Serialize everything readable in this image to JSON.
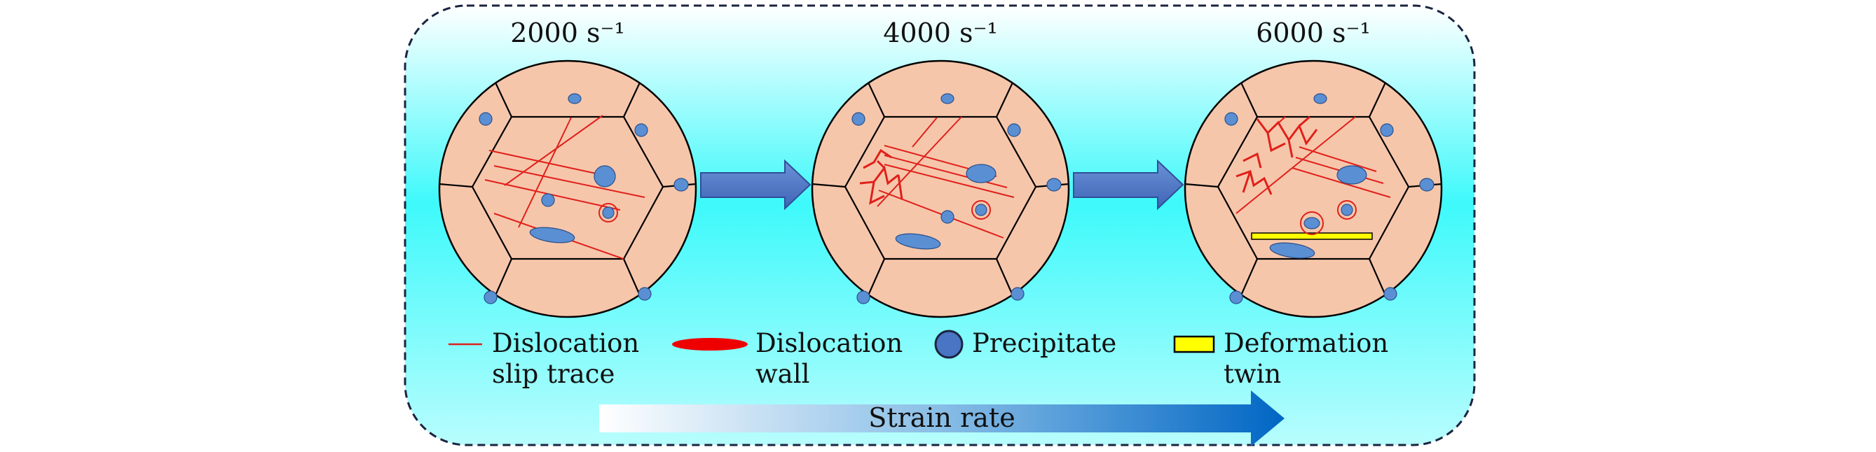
{
  "panels": [
    {
      "label": "2000 s⁻¹"
    },
    {
      "label": "4000 s⁻¹"
    },
    {
      "label": "6000 s⁻¹"
    }
  ],
  "legend": {
    "slip_trace": [
      "Dislocation",
      "slip trace"
    ],
    "wall": [
      "Dislocation",
      "wall"
    ],
    "precipitate": [
      "Precipitate"
    ],
    "twin": [
      "Deformation",
      "twin"
    ]
  },
  "bottom_arrow": {
    "label": "Strain rate"
  },
  "colors": {
    "grain": "#f6c6ab",
    "precipitate": "#5b8fd4",
    "dislocation": "#e0201a",
    "twin": "#ffff00",
    "block_arrow": "#4a74c4",
    "background_top": "#ffffff",
    "background_mid": "#3ef9fb"
  }
}
